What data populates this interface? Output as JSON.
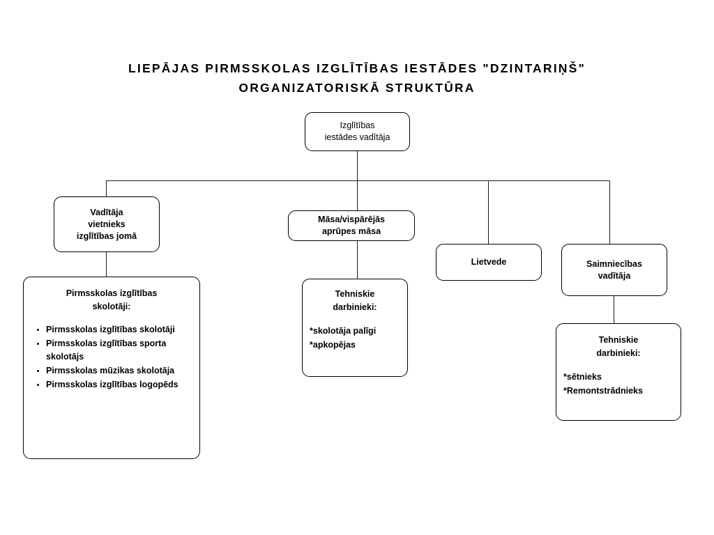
{
  "title": {
    "line1": "LIEPĀJAS PIRMSSKOLAS IZGLĪTĪBAS IESTĀDES \"DZINTARIŅŠ\"",
    "line2": "ORGANIZATORISKĀ STRUKTŪRA"
  },
  "colors": {
    "background": "#ffffff",
    "line": "#000000",
    "text": "#000000"
  },
  "nodes": {
    "root": {
      "label": "Izglītības\niestādes vadītāja"
    },
    "deputy": {
      "label": "Vadītāja\nvietnieks\nizglītības jomā"
    },
    "nurse": {
      "label": "Māsa/vispārējās\naprūpes māsa"
    },
    "clerk": {
      "label": "Lietvede"
    },
    "facilities": {
      "label": "Saimniecības\nvadītāja"
    },
    "teachers": {
      "heading": "Pirmsskolas izglītības\nskolotāji:",
      "items": [
        "Pirmsskolas izglītības skolotāji",
        "Pirmsskolas izglītības sporta skolotājs",
        "Pirmsskolas mūzikas skolotāja",
        "Pirmsskolas izglītības logopēds"
      ]
    },
    "tech_mid": {
      "heading": "Tehniskie\ndarbinieki:",
      "items": [
        "*skolotāja palīgi",
        "*apkopējas"
      ]
    },
    "tech_right": {
      "heading": "Tehniskie\ndarbinieki:",
      "items": [
        "*sētnieks",
        "*Remontstrādnieks"
      ]
    }
  }
}
